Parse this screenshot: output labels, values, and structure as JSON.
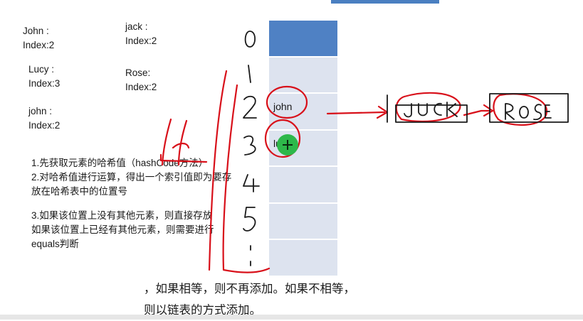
{
  "entries": [
    {
      "name": "John",
      "index": "Index:2"
    },
    {
      "name": "jack",
      "index": "Index:2"
    },
    {
      "name": "Lucy",
      "index": "Index:3"
    },
    {
      "name": "Rose:",
      "index": "Index:2"
    },
    {
      "name": "john",
      "index": "Index:2"
    }
  ],
  "table": {
    "slots": [
      {
        "label": ""
      },
      {
        "label": ""
      },
      {
        "label": "john"
      },
      {
        "label": "lucy"
      },
      {
        "label": ""
      },
      {
        "label": ""
      },
      {
        "label": ""
      }
    ]
  },
  "handwriting": {
    "indices": [
      "0",
      "1",
      "2",
      "3",
      "4",
      "5",
      ":"
    ],
    "linked_list": [
      "JUCK",
      "ROSE"
    ]
  },
  "steps": {
    "s1": "1.先获取元素的哈希值（hashCode方法）",
    "s2": "2.对哈希值进行运算，得出一个索引值即为要存放在哈希表中的位置号",
    "s3a": "3.如果该位置上没有其他元素，则直接存放",
    "s3b": "如果该位置上已经有其他元素，则需要进行equals判断"
  },
  "tail": {
    "line1": "，如果相等，则不再添加。如果不相等，",
    "line2": "则以链表的方式添加。"
  },
  "colors": {
    "table_highlight": "#4f81c4",
    "table_cell": "#dde3ef",
    "annotation_red": "#d8101a",
    "cursor_green": "#2eb84a"
  }
}
